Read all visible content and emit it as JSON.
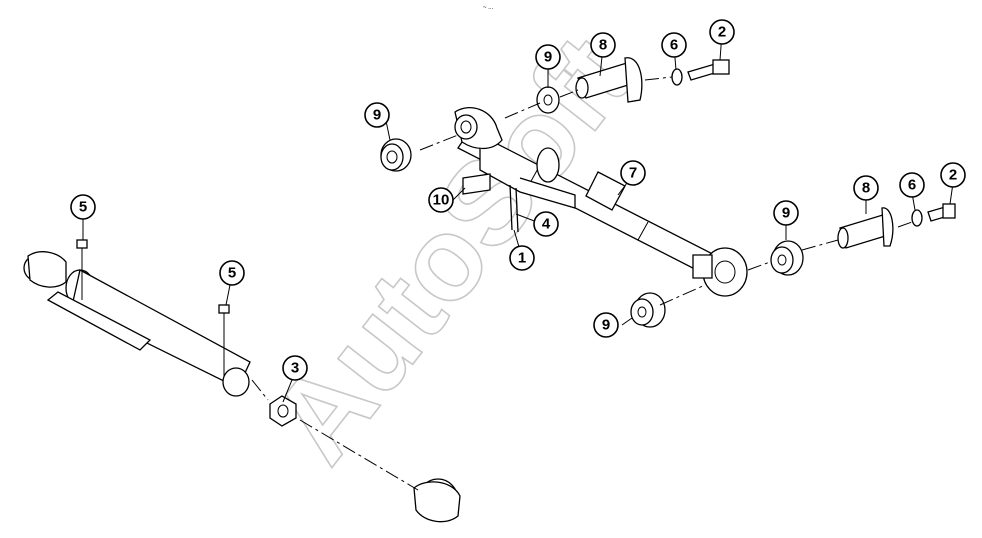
{
  "watermark": "AutoSoft",
  "top_mark": "~ ...",
  "callouts": [
    "1",
    "2",
    "2",
    "3",
    "4",
    "5",
    "5",
    "6",
    "6",
    "7",
    "8",
    "8",
    "9",
    "9",
    "9",
    "9",
    "10"
  ]
}
